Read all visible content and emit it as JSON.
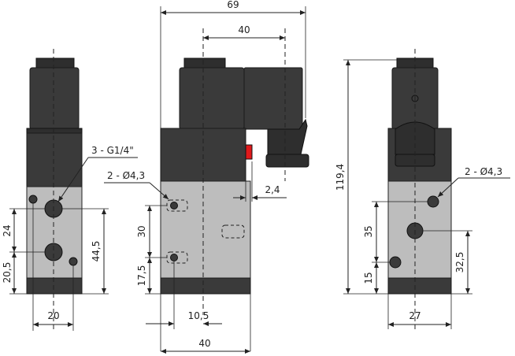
{
  "dimensions": {
    "overall_width_side": "69",
    "connector_offset": "40",
    "overall_height": "119,4",
    "left_spacing_24": "24",
    "left_bottom_20_5": "20,5",
    "left_height_44_5": "44,5",
    "left_width": "20",
    "thread_callout": "3 - G1/4\"",
    "mid_holes_callout": "2 - Ø4,3",
    "mid_hole_spacing": "30",
    "mid_bottom": "17,5",
    "mid_offset_10_5": "10,5",
    "mid_width": "40",
    "indicator_offset": "2,4",
    "right_holes_callout": "2 - Ø4,3",
    "right_spacing_35": "35",
    "right_bottom_15": "15",
    "right_height_32_5": "32,5",
    "right_width": "27"
  },
  "colors": {
    "coil": "#3a3a3a",
    "body": "#bdbdbd",
    "indicator": "#e0191b",
    "line": "#222222"
  }
}
